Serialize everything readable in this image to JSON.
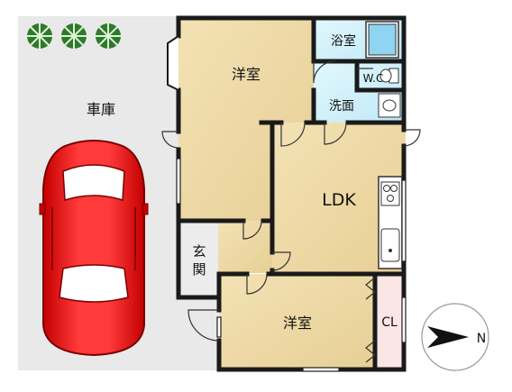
{
  "rooms": {
    "garage": "車庫",
    "western_upper": "洋室",
    "bath": "浴室",
    "wc": "W.C",
    "washroom": "洗面",
    "ldk": "LDK",
    "entrance": "玄\n関",
    "western_lower": "洋室",
    "closet": "CL"
  },
  "compass": {
    "north": "N"
  },
  "colors": {
    "room_floor": "#eed9a6",
    "wet_area": "#c9eefa",
    "closet": "#fbe6e6",
    "garage": "#e9e9e9",
    "car_body": "#ff2b2b",
    "wall": "#1a1a1a"
  }
}
